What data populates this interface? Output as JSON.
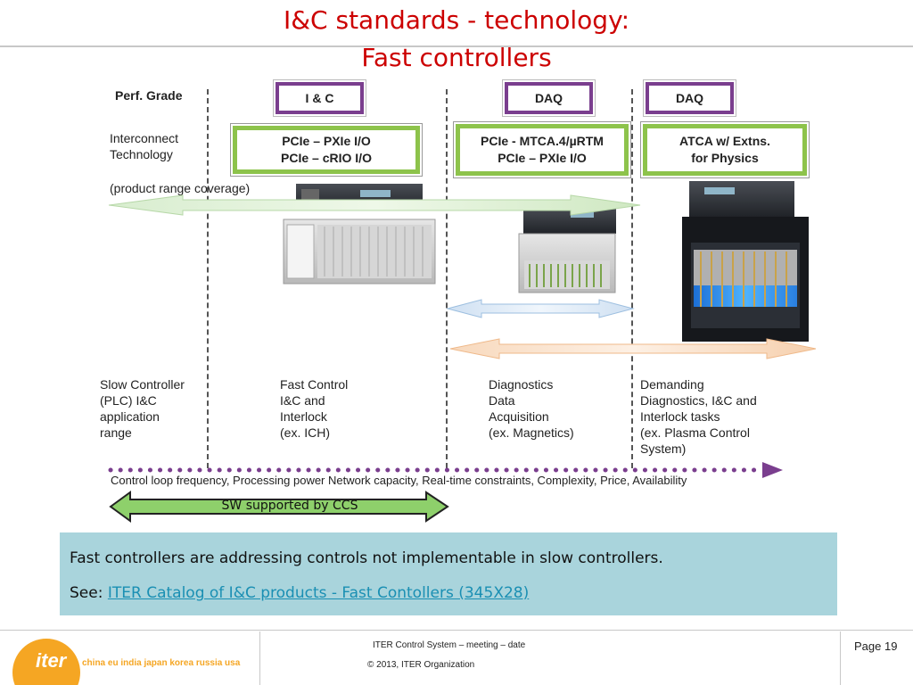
{
  "title": {
    "line1": "I&C standards - technology:",
    "line2": "Fast controllers"
  },
  "left_labels": {
    "perf_grade": "Perf. Grade",
    "interconnect_1": "Interconnect",
    "interconnect_2": "Technology",
    "coverage": "(product range coverage)"
  },
  "columns": [
    {
      "header": "I & C",
      "tech_1": "PCIe – PXIe I/O",
      "tech_2": "PCIe – cRIO I/O"
    },
    {
      "header": "DAQ",
      "tech_1": "PCIe - MTCA.4/µRTM",
      "tech_2": "PCIe – PXIe I/O"
    },
    {
      "header": "DAQ",
      "tech_1": "ATCA w/ Extns.",
      "tech_2": "for Physics"
    }
  ],
  "descriptions": [
    [
      "Slow Controller",
      "(PLC) I&C",
      "application",
      "range"
    ],
    [
      "Fast Control",
      "I&C and",
      "Interlock",
      "(ex. ICH)"
    ],
    [
      "Diagnostics",
      "Data",
      "Acquisition",
      "(ex. Magnetics)"
    ],
    [
      "Demanding",
      "Diagnostics, I&C and",
      "Interlock tasks",
      "(ex. Plasma Control",
      "System)"
    ]
  ],
  "axis_label": "Control loop frequency, Processing power Network capacity, Real-time constraints, Complexity, Price, Availability",
  "sw_arrow_label": "SW supported by CCS",
  "note": {
    "line1": "Fast controllers are addressing controls not implementable in slow controllers.",
    "see_prefix": "See: ",
    "link_text": "ITER Catalog of I&C products - Fast Contollers (345X28)"
  },
  "footer": {
    "logo_text": "iter",
    "members": "china eu india japan korea russia usa",
    "meeting": "ITER Control System – meeting – date",
    "copyright": "© 2013, ITER Organization",
    "page": "Page 19"
  },
  "colors": {
    "title": "#cc0000",
    "purple_border": "#7a3e8e",
    "green_border": "#8dc34b",
    "note_bg": "#a9d4dc",
    "dotted_axis": "#7a3e8e",
    "logo_orange": "#f5a623"
  }
}
